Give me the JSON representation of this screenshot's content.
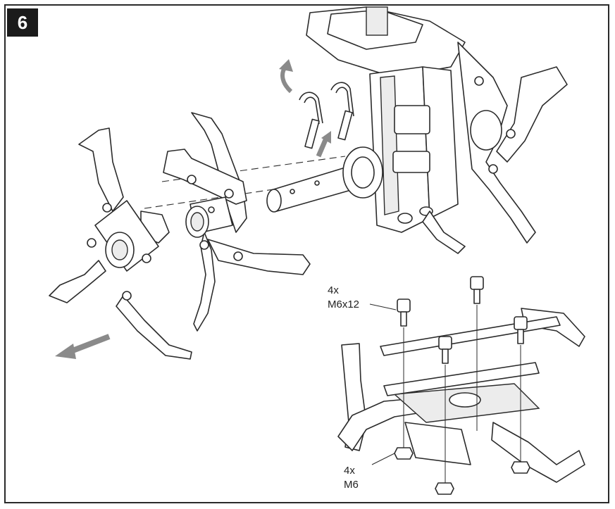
{
  "step_number": "6",
  "callouts": {
    "bolts": {
      "qty": "4x",
      "spec": "M6x12"
    },
    "nuts": {
      "qty": "4x",
      "spec": "M6"
    }
  },
  "colors": {
    "line": "#2b2b2b",
    "arrow": "#8a8a8a",
    "fill": "#ffffff",
    "shade": "#e9e9e9"
  }
}
